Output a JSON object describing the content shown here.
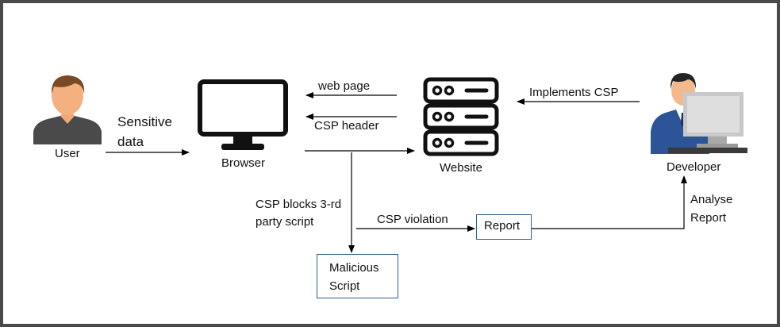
{
  "nodes": {
    "user": "User",
    "browser": "Browser",
    "website": "Website",
    "developer": "Developer",
    "report": "Report",
    "malicious_line1": "Malicious",
    "malicious_line2": "Script"
  },
  "edges": {
    "sensitive_line1": "Sensitive",
    "sensitive_line2": "data",
    "web_page": "web page",
    "csp_header": "CSP header",
    "implements_csp": "Implements CSP",
    "csp_blocks_line1": "CSP blocks 3-rd",
    "csp_blocks_line2": "party script",
    "csp_violation": "CSP violation",
    "analyse_line1": "Analyse",
    "analyse_line2": "Report"
  },
  "colors": {
    "line": "#000000",
    "box_border": "#2f5f8f",
    "frame": "#4a4a4a"
  },
  "icons": [
    "user-icon",
    "browser-monitor-icon",
    "server-icon",
    "developer-icon"
  ]
}
